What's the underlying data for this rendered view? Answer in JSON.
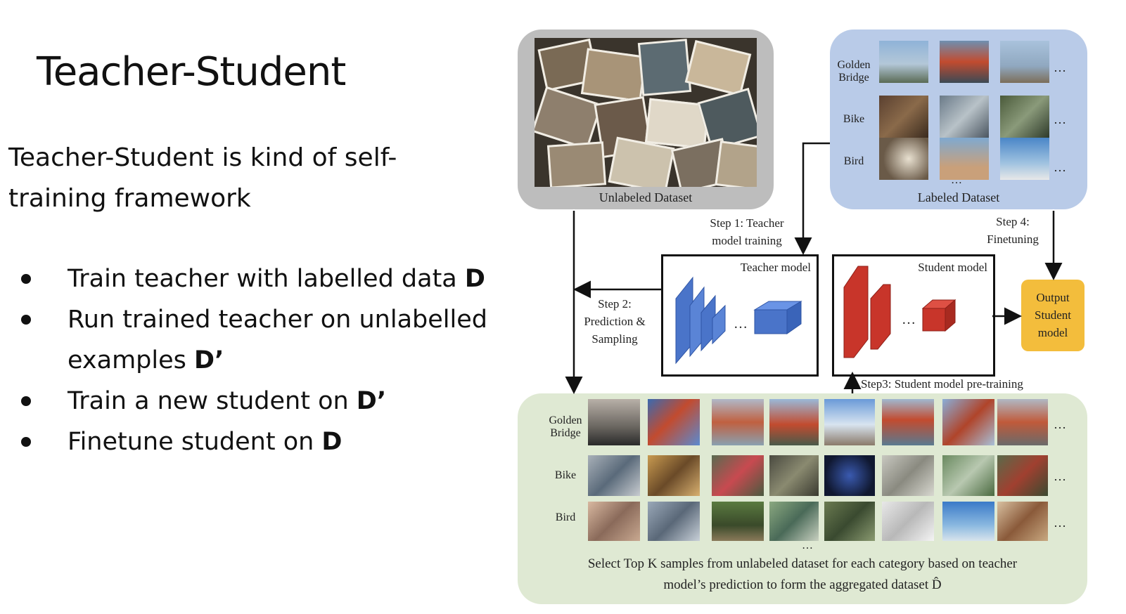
{
  "slide": {
    "title": "Teacher-Student",
    "intro": "Teacher-Student is kind of self-training framework",
    "bullets": [
      {
        "text": "Train teacher with labelled data ",
        "bold": "D"
      },
      {
        "text": "Run trained teacher on unlabelled examples ",
        "bold": "D’"
      },
      {
        "text": "Train a new student on ",
        "bold": "D’"
      },
      {
        "text": "Finetune student on ",
        "bold": "D"
      }
    ]
  },
  "diagram": {
    "unlabeled_caption": "Unlabeled Dataset",
    "labeled_caption": "Labeled Dataset",
    "categories": {
      "golden_bridge": "Golden Bridge",
      "bike": "Bike",
      "bird": "Bird"
    },
    "ellipsis": "…",
    "vertical_dots": "…",
    "teacher_title": "Teacher model",
    "student_title": "Student model",
    "output": "Output Student model",
    "step1": "Step 1: Teacher model training",
    "step2": "Step 2: Prediction & Sampling",
    "step3": "Step3: Student model pre-training",
    "step4": "Step 4: Finetuning",
    "aggregated_caption_line1": "Select Top K samples from unlabeled dataset for each category based on teacher",
    "aggregated_caption_line2": "model’s prediction to form the aggregated dataset D̂",
    "colors": {
      "unlabeled_panel": "#bdbdbd",
      "labeled_panel": "#b9cbe8",
      "aggregated_panel": "#dfe9d3",
      "teacher_blocks": "#4a74c9",
      "student_blocks": "#c8352a",
      "output_box": "#f3bd3c"
    }
  }
}
